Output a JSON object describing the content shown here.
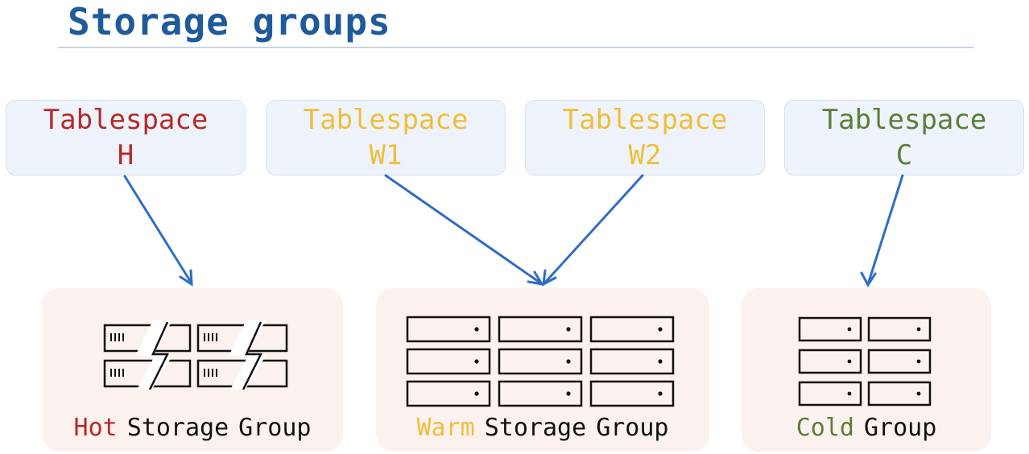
{
  "title": "Storage groups",
  "colors": {
    "title": "#1f5a9a",
    "hot": "#b52a27",
    "warm": "#f0be3a",
    "cold": "#5b7e36",
    "arrow": "#2f6dc4"
  },
  "tablespaces": [
    {
      "label": "Tablespace",
      "name": "H",
      "color": "#b52a27"
    },
    {
      "label": "Tablespace",
      "name": "W1",
      "color": "#f0be3a"
    },
    {
      "label": "Tablespace",
      "name": "W2",
      "color": "#f0be3a"
    },
    {
      "label": "Tablespace",
      "name": "C",
      "color": "#5b7e36"
    }
  ],
  "groups": [
    {
      "prefix": "Hot",
      "words": [
        "Storage",
        "Group"
      ],
      "icon": "flash-storage-icon"
    },
    {
      "prefix": "Warm",
      "words": [
        "Storage",
        "Group"
      ],
      "icon": "disk-array-icon"
    },
    {
      "prefix": "Cold",
      "words": [
        "Group"
      ],
      "icon": "disk-array-small-icon"
    }
  ]
}
